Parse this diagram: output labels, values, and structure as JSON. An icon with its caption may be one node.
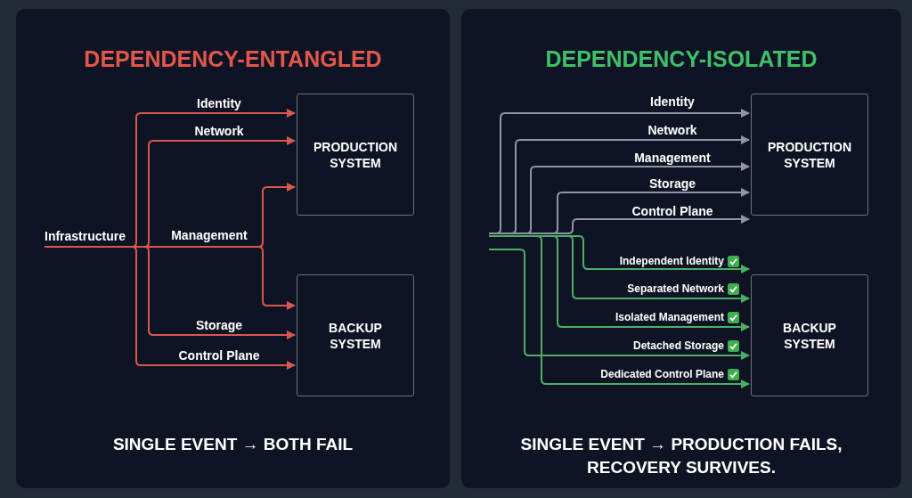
{
  "diagram": {
    "nodes": [
      {
        "text": [
          "DEPENDENCY-ENTANGLED",
          "SINGLE EVENT → BOTH FAIL"
        ]
      },
      {
        "text": [
          "Infrastructure"
        ],
        "in": 0
      },
      {
        "text": [
          "PRODUCTION SYSTEM"
        ],
        "in": 0
      },
      {
        "text": [
          "BACKUP SYSTEM"
        ],
        "in": 0
      },
      {
        "text": [
          "DEPENDENCY-ISOLATED",
          "SINGLE EVENT → PRODUCTION FAILS, RECOVERY SURVIVES."
        ]
      },
      {
        "text": [
          "PRODUCTION SYSTEM"
        ],
        "in": 4
      },
      {
        "text": [
          "BACKUP SYSTEM"
        ],
        "in": 4
      }
    ],
    "edges": [
      {
        "from": 1,
        "to": 2,
        "arrow": "to",
        "label": "Identity",
        "color": "#d9584f"
      },
      {
        "from": 1,
        "to": 2,
        "arrow": "to",
        "label": "Network",
        "color": "#d9584f"
      },
      {
        "from": 1,
        "to": 2,
        "arrow": "to",
        "label": "Management",
        "color": "#d9584f"
      },
      {
        "from": 1,
        "to": 3,
        "arrow": "to",
        "color": "#d9584f"
      },
      {
        "from": 1,
        "to": 3,
        "arrow": "to",
        "label": "Storage",
        "color": "#d9584f"
      },
      {
        "from": 1,
        "to": 3,
        "arrow": "to",
        "label": "Control Plane",
        "color": "#d9584f"
      },
      {
        "from": null,
        "to": 5,
        "arrow": "to",
        "label": "Identity"
      },
      {
        "from": null,
        "to": 5,
        "arrow": "to",
        "label": "Network"
      },
      {
        "from": null,
        "to": 5,
        "arrow": "to",
        "label": "Management"
      },
      {
        "from": null,
        "to": 5,
        "arrow": "to",
        "label": "Storage"
      },
      {
        "from": null,
        "to": 5,
        "arrow": "to",
        "label": "Control Plane"
      },
      {
        "from": null,
        "to": 6,
        "arrow": "to",
        "label": "Independent Identity",
        "color": "#4caf64"
      },
      {
        "from": null,
        "to": 6,
        "arrow": "to",
        "label": "Separated Network",
        "color": "#4caf64"
      },
      {
        "from": null,
        "to": 6,
        "arrow": "to",
        "label": "Isolated Management",
        "color": "#4caf64"
      },
      {
        "from": null,
        "to": 6,
        "arrow": "to",
        "label": "Detached Storage",
        "color": "#4caf64"
      },
      {
        "from": null,
        "to": 6,
        "arrow": "to",
        "label": "Dedicated Control Plane",
        "color": "#4caf64"
      }
    ]
  }
}
